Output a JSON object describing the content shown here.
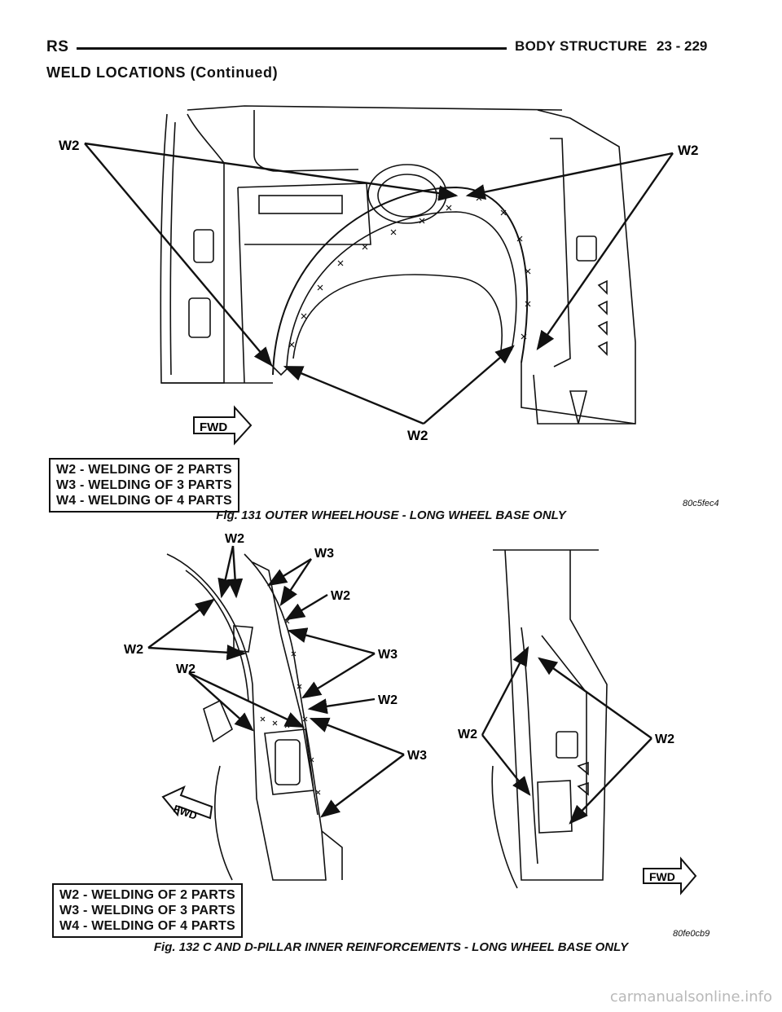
{
  "header": {
    "left": "RS",
    "right": "BODY STRUCTURE",
    "page": "23 - 229"
  },
  "section_title": "WELD LOCATIONS (Continued)",
  "figure1": {
    "labels": {
      "w2_left": "W2",
      "w2_right": "W2",
      "w2_bottom": "W2",
      "fwd": "FWD"
    },
    "legend": [
      "W2 - WELDING OF 2 PARTS",
      "W3 - WELDING OF 3 PARTS",
      "W4 - WELDING OF 4 PARTS"
    ],
    "code": "80c5fec4",
    "caption": "Fig. 131 OUTER WHEELHOUSE - LONG WHEEL BASE ONLY"
  },
  "figure2": {
    "labels": {
      "w2_top": "W2",
      "w3_top": "W3",
      "w2_mid": "W2",
      "w3_mid": "W3",
      "w2_left": "W2",
      "w2_left2": "W2",
      "w2_center": "W2",
      "w3_low": "W3",
      "w2_right_a": "W2",
      "w2_right_b": "W2",
      "fwd_left": "FWD",
      "fwd_right": "FWD"
    },
    "legend": [
      "W2 - WELDING OF 2 PARTS",
      "W3 - WELDING OF 3 PARTS",
      "W4 - WELDING OF 4 PARTS"
    ],
    "code": "80fe0cb9",
    "caption": "Fig. 132 C AND D-PILLAR INNER REINFORCEMENTS - LONG WHEEL BASE ONLY"
  },
  "watermark": "carmanualsonline.info"
}
